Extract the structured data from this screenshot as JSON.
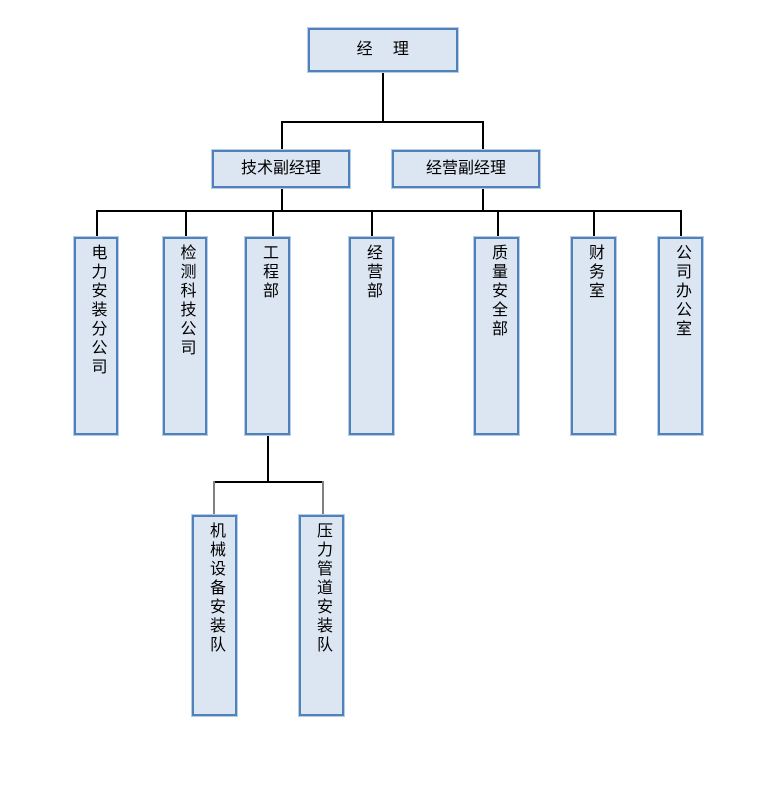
{
  "chart": {
    "type": "org-chart",
    "title_text": "",
    "colors": {
      "node_fill": "#dce6f2",
      "node_border": "#4f81bd",
      "node_outer_edge": "#b8cce4",
      "connector": "#000000",
      "connector_gray": "#808080",
      "background": "#ffffff"
    },
    "levels": [
      {
        "level": 1,
        "nodes": [
          {
            "id": "manager",
            "label": "经    理",
            "orientation": "horizontal"
          }
        ]
      },
      {
        "level": 2,
        "nodes": [
          {
            "id": "tech-deputy-manager",
            "label": "技术副经理",
            "orientation": "horizontal"
          },
          {
            "id": "ops-deputy-manager",
            "label": "经营副经理",
            "orientation": "horizontal"
          }
        ]
      },
      {
        "level": 3,
        "nodes": [
          {
            "id": "power-installation-branch",
            "label": "电力安装分公司",
            "orientation": "vertical"
          },
          {
            "id": "testing-technology-company",
            "label": "检测科技公司",
            "orientation": "vertical"
          },
          {
            "id": "engineering-department",
            "label": "工程部",
            "orientation": "vertical"
          },
          {
            "id": "operations-department",
            "label": "经营部",
            "orientation": "vertical"
          },
          {
            "id": "quality-safety-department",
            "label": "质量安全部",
            "orientation": "vertical"
          },
          {
            "id": "finance-office",
            "label": "财务室",
            "orientation": "vertical"
          },
          {
            "id": "company-office",
            "label": "公司办公室",
            "orientation": "vertical"
          }
        ]
      },
      {
        "level": 4,
        "nodes": [
          {
            "id": "mechanical-equipment-installation-team",
            "label": "机械设备安装队",
            "orientation": "vertical"
          },
          {
            "id": "pressure-pipeline-installation-team",
            "label": "压力管道安装队",
            "orientation": "vertical"
          }
        ]
      }
    ]
  }
}
